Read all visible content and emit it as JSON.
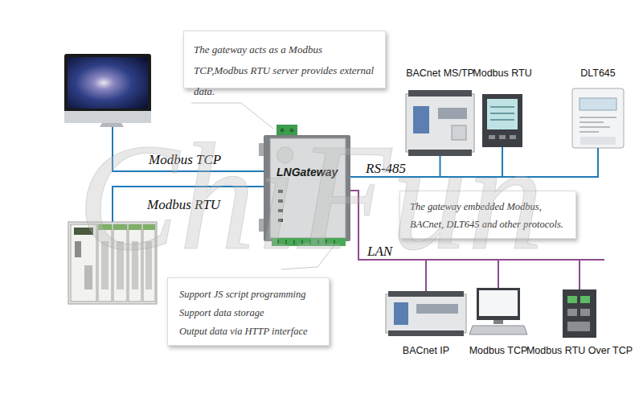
{
  "diagram": {
    "nodes": [
      {
        "text": [
          "The gateway acts as a Modbus TCP,Modbus RTU server provides external data."
        ]
      },
      {
        "text": [
          "LNGateway"
        ]
      },
      {
        "text": [
          "BACnet MS/TP"
        ]
      },
      {
        "text": [
          "Modbus RTU"
        ]
      },
      {
        "text": [
          "DLT645"
        ]
      },
      {
        "text": [
          "The gateway embedded Modbus, BACnet, DLT645 and other protocols."
        ]
      },
      {
        "text": [
          "Support JS script programming",
          "Support data storage",
          "Output data via HTTP interface"
        ]
      },
      {
        "text": [
          "BACnet IP"
        ]
      },
      {
        "text": [
          "Modbus TCP"
        ]
      },
      {
        "text": [
          "Modbus RTU Over TCP"
        ]
      }
    ],
    "edges": [
      {
        "from": 1,
        "to": 2,
        "arrow": "none",
        "label": "RS-485"
      },
      {
        "from": 1,
        "to": 3,
        "arrow": "none"
      },
      {
        "from": 1,
        "to": 4,
        "arrow": "none"
      },
      {
        "from": 1,
        "to": 7,
        "arrow": "none",
        "label": "LAN"
      },
      {
        "from": 1,
        "to": 8,
        "arrow": "none"
      },
      {
        "from": 1,
        "to": 9,
        "arrow": "none"
      }
    ],
    "labels": [
      "Modbus TCP",
      "Modbus RTU",
      "ChiFun"
    ]
  }
}
